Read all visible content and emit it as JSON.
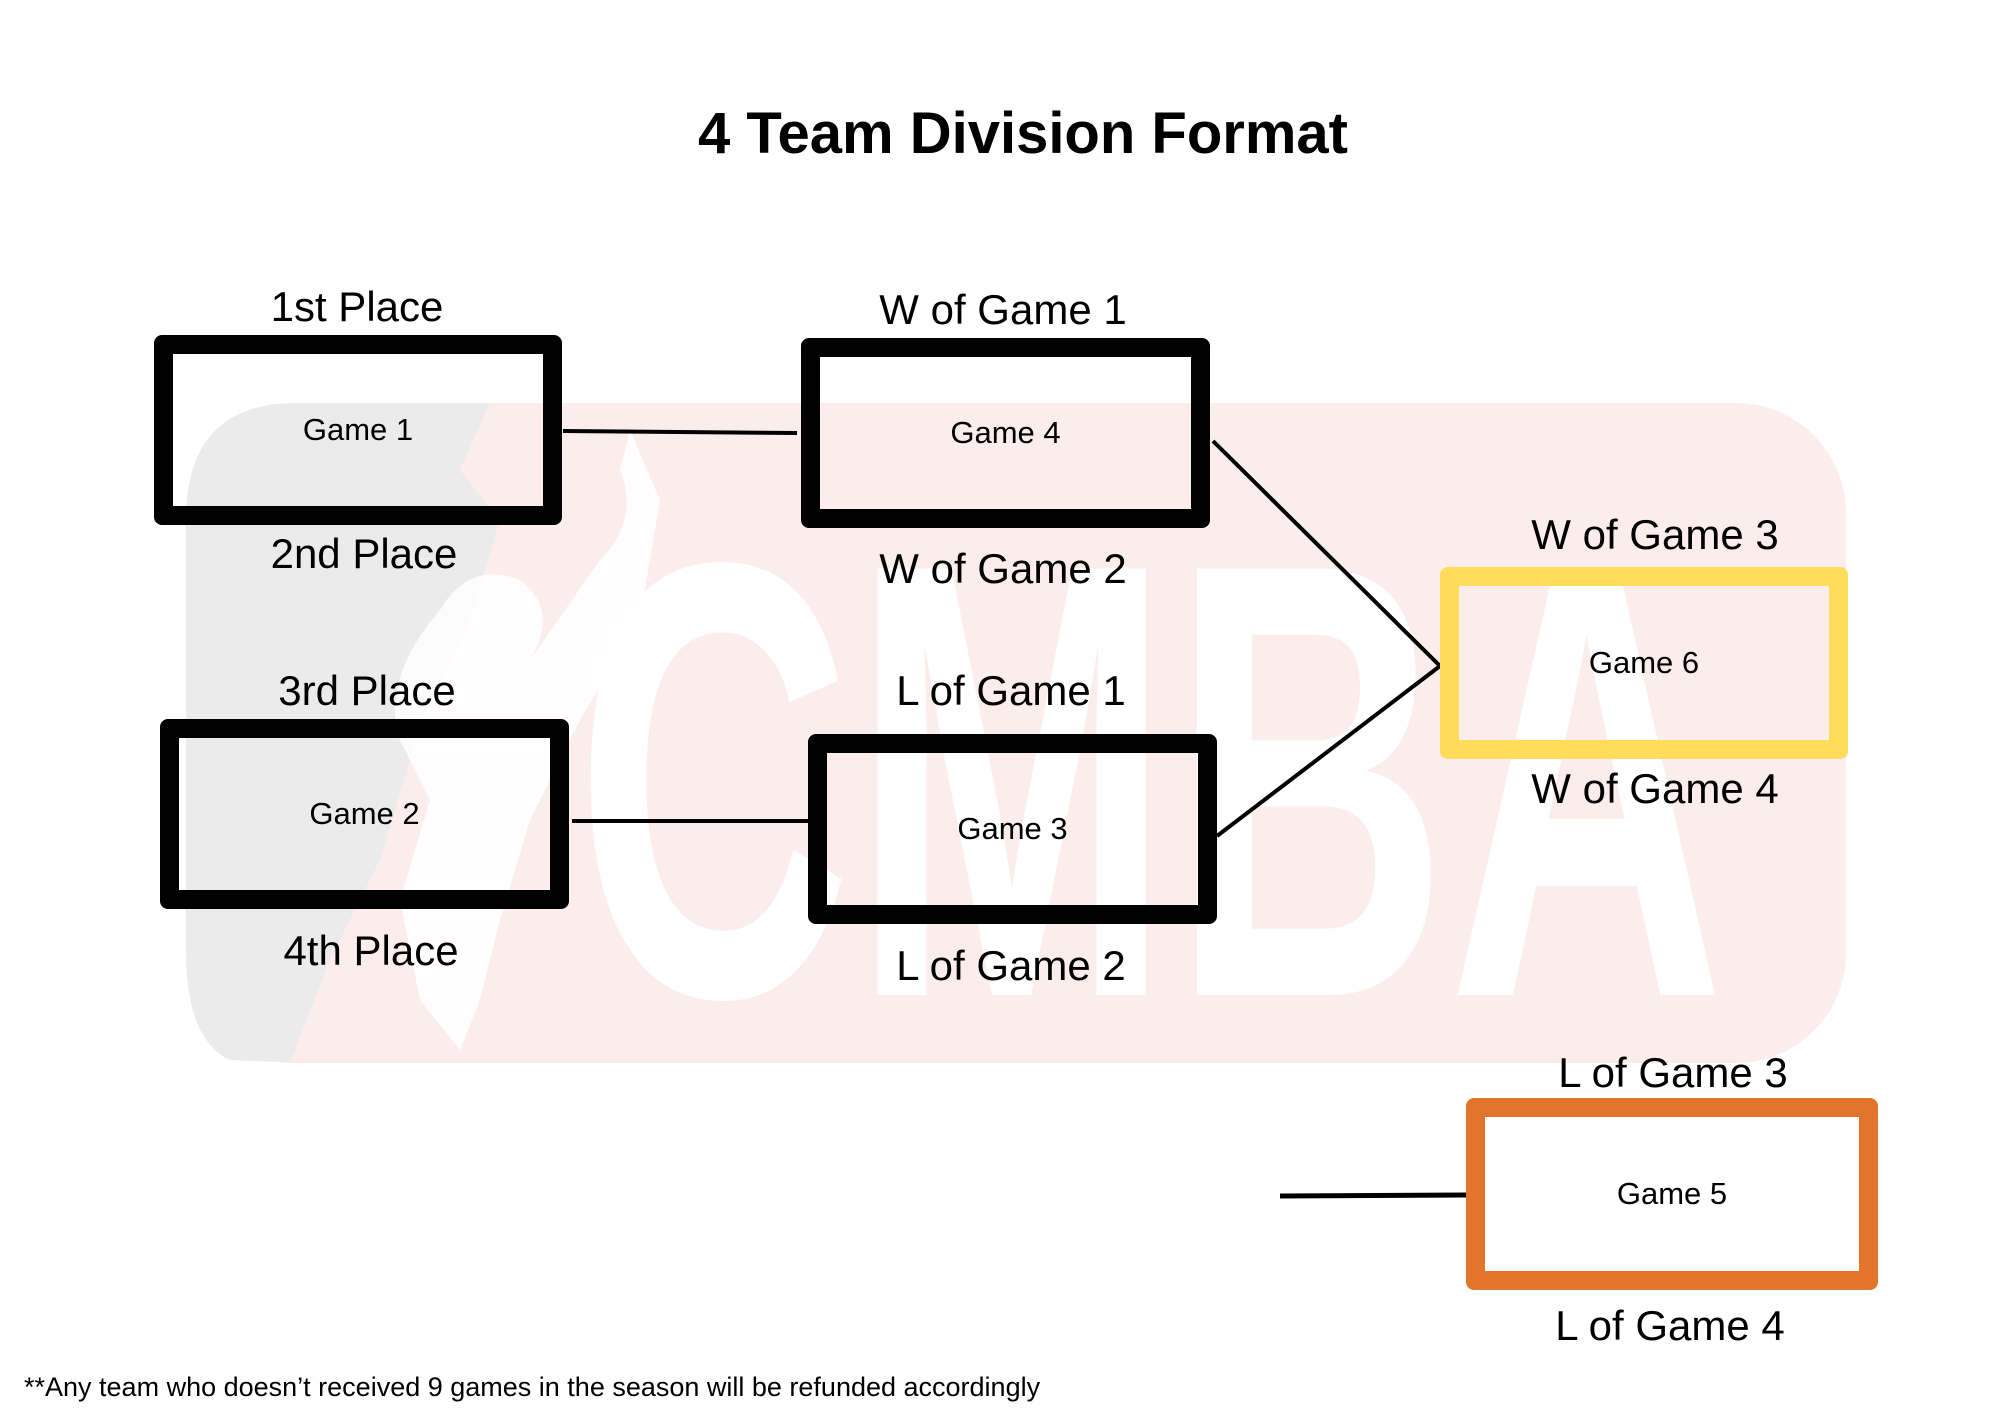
{
  "title": "4 Team Division Format",
  "watermark": {
    "text": "CMBA",
    "panel_color": "#EBEBEB",
    "bg_color": "#FCEDED",
    "letter_color": "#FFFFFF"
  },
  "games": {
    "game1": {
      "label": "Game 1",
      "top": "1st Place",
      "bottom": "2nd Place",
      "color": "#000000"
    },
    "game2": {
      "label": "Game 2",
      "top": "3rd Place",
      "bottom": "4th Place",
      "color": "#000000"
    },
    "game4": {
      "label": "Game 4",
      "top": "W of Game 1",
      "bottom": "W of Game 2",
      "color": "#000000"
    },
    "game3": {
      "label": "Game 3",
      "top": "L of Game 1",
      "bottom": "L of Game 2",
      "color": "#000000"
    },
    "game6": {
      "label": "Game 6",
      "top": "W of Game 3",
      "bottom": "W of Game 4",
      "color": "#FFDC59"
    },
    "game5": {
      "label": "Game 5",
      "top": "L of Game 3",
      "bottom": "L of Game 4",
      "color": "#E2742B"
    }
  },
  "connections": [
    {
      "from": "game1",
      "to": "game4"
    },
    {
      "from": "game2",
      "to": "game3"
    },
    {
      "from": "game4",
      "to": "game6"
    },
    {
      "from": "game3",
      "to": "game6"
    },
    {
      "from": "none",
      "to": "game5"
    }
  ],
  "footnote": "**Any team who doesn’t received 9 games in the season will be refunded accordingly"
}
